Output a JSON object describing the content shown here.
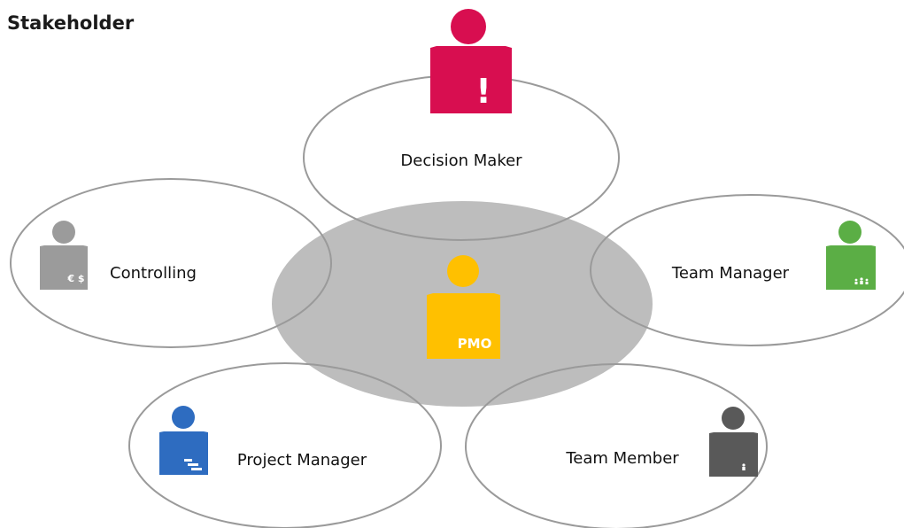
{
  "title": "Stakeholder",
  "center": {
    "label": "PMO",
    "color": "#FFC000",
    "fill_color": "#BDBDBD"
  },
  "roles": [
    {
      "key": "decision-maker",
      "label": "Decision Maker",
      "color": "#D80E50",
      "icon": "person-exclamation-icon",
      "badge": "!"
    },
    {
      "key": "controlling",
      "label": "Controlling",
      "color": "#9B9B9B",
      "icon": "person-currency-icon",
      "badge": "€ $"
    },
    {
      "key": "team-manager",
      "label": "Team Manager",
      "color": "#5BAE45",
      "icon": "person-team-icon"
    },
    {
      "key": "project-manager",
      "label": "Project Manager",
      "color": "#2E6CC0",
      "icon": "person-gantt-icon"
    },
    {
      "key": "team-member",
      "label": "Team Member",
      "color": "#595959",
      "icon": "person-member-icon"
    }
  ],
  "colors": {
    "ring_stroke": "#9A9A9A",
    "text": "#111111"
  }
}
